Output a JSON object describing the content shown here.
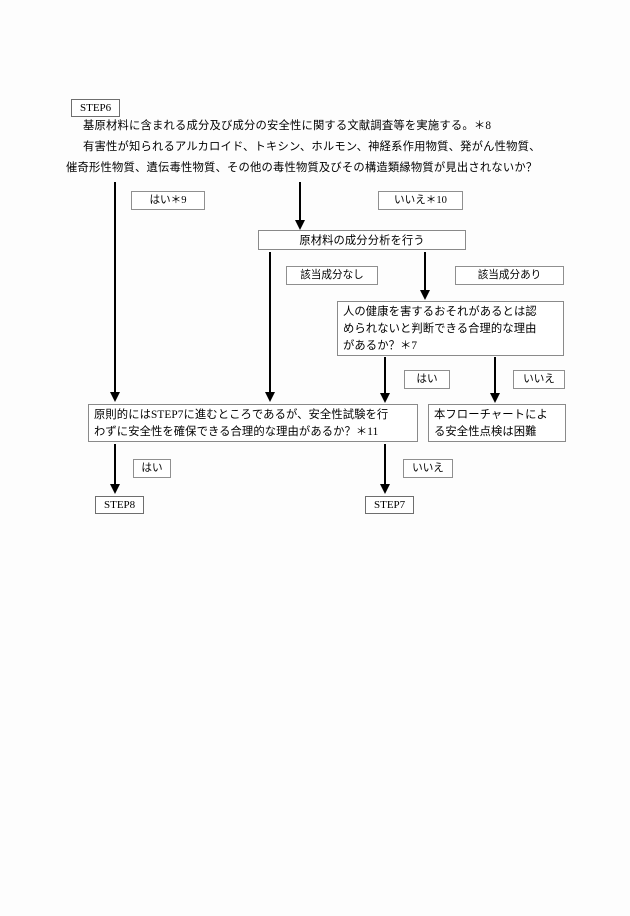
{
  "document": {
    "type": "flowchart",
    "language": "ja",
    "background_color": "#fdfdfd",
    "text_color": "#000000",
    "box_border_color": "#8a8a8a",
    "arrow_color": "#000000"
  },
  "header": {
    "step_tag": "STEP6",
    "lines": [
      "基原材料に含まれる成分及び成分の安全性に関する文献調査等を実施する。＊8",
      "有害性が知られるアルカロイド、トキシン、ホルモン、神経系作用物質、発がん性物質、",
      "催奇形性物質、遺伝毒性物質、その他の毒性物質及びその構造類縁物質が見出されないか？"
    ]
  },
  "labels": {
    "yes_9": "はい＊9",
    "no_10": "いいえ＊10",
    "no_match": "該当成分なし",
    "match": "該当成分あり",
    "yes_mid": "はい",
    "no_mid": "いいえ",
    "yes_bottom": "はい",
    "no_bottom": "いいえ"
  },
  "nodes": {
    "analysis": "原材料の成分分析を行う",
    "judgement_lines": [
      "人の健康を害するおそれがあるとは認",
      "められないと判断できる合理的な理由",
      "があるか？＊7"
    ],
    "principle_lines": [
      "原則的にはSTEP7に進むところであるが、安全性試験を行",
      "わずに安全性を確保できる合理的な理由があるか？＊11"
    ],
    "difficult_lines": [
      "本フローチャートによ",
      "る安全性点検は困難"
    ],
    "step8": "STEP8",
    "step7": "STEP7"
  },
  "chart_data": {
    "type": "diagram",
    "title": "STEP6 安全性点検フローチャート",
    "nodes": [
      {
        "id": "step6",
        "label": "STEP6",
        "kind": "step-tag"
      },
      {
        "id": "question6",
        "label": "基原材料に含まれる成分及び成分の安全性に関する文献調査等を実施する。＊8 有害性が知られるアルカロイド、トキシン、ホルモン、神経系作用物質、発がん性物質、催奇形性物質、遺伝毒性物質、その他の毒性物質及びその構造類縁物質が見出されないか？",
        "kind": "question"
      },
      {
        "id": "analysis",
        "label": "原材料の成分分析を行う",
        "kind": "process"
      },
      {
        "id": "judgement",
        "label": "人の健康を害するおそれがあるとは認められないと判断できる合理的な理由があるか？＊7",
        "kind": "decision"
      },
      {
        "id": "principle",
        "label": "原則的にはSTEP7に進むところであるが、安全性試験を行わずに安全性を確保できる合理的な理由があるか？＊11",
        "kind": "decision"
      },
      {
        "id": "difficult",
        "label": "本フローチャートによる安全性点検は困難",
        "kind": "terminal"
      },
      {
        "id": "step8",
        "label": "STEP8",
        "kind": "step-tag"
      },
      {
        "id": "step7",
        "label": "STEP7",
        "kind": "step-tag"
      }
    ],
    "edges": [
      {
        "from": "question6",
        "to": "principle",
        "label": "はい＊9"
      },
      {
        "from": "question6",
        "to": "analysis",
        "label": "いいえ＊10"
      },
      {
        "from": "analysis",
        "to": "principle",
        "label": "該当成分なし"
      },
      {
        "from": "analysis",
        "to": "judgement",
        "label": "該当成分あり"
      },
      {
        "from": "judgement",
        "to": "principle",
        "label": "はい"
      },
      {
        "from": "judgement",
        "to": "difficult",
        "label": "いいえ"
      },
      {
        "from": "principle",
        "to": "step8",
        "label": "はい"
      },
      {
        "from": "principle",
        "to": "step7",
        "label": "いいえ"
      }
    ]
  }
}
